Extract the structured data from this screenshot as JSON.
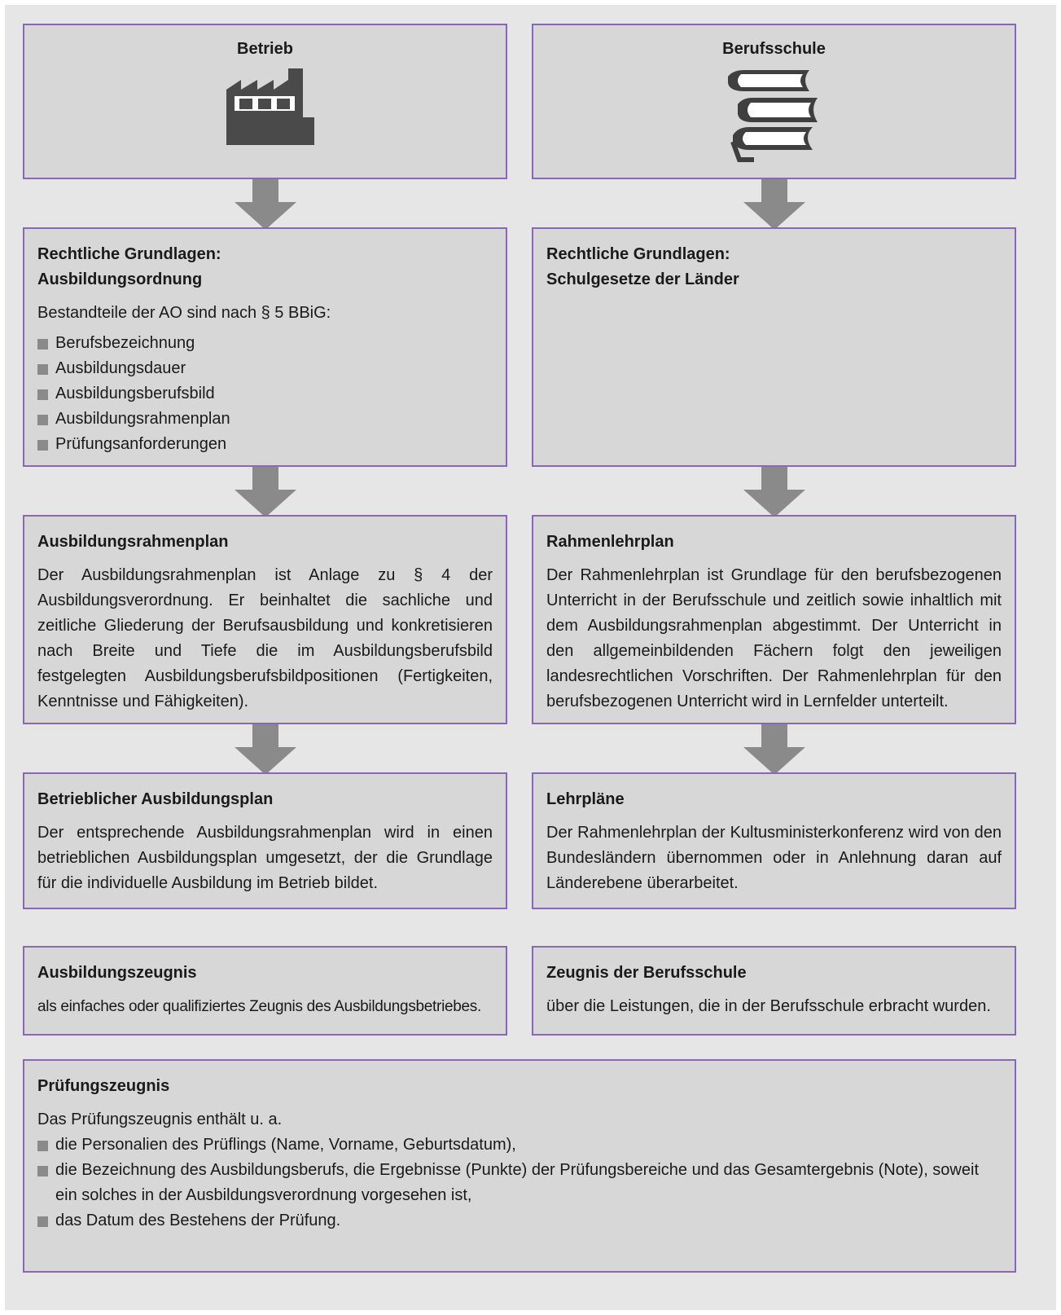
{
  "betrieb": {
    "title": "Betrieb",
    "icon": "factory-icon"
  },
  "berufsschule": {
    "title": "Berufsschule",
    "icon": "books-icon"
  },
  "left_grundlagen": {
    "heading_line1": "Rechtliche Grundlagen:",
    "heading_line2": "Ausbildungsordnung",
    "intro": "Bestandteile der AO sind nach § 5 BBiG:",
    "items": [
      "Berufsbezeichnung",
      "Ausbildungsdauer",
      "Ausbildungsberufsbild",
      "Ausbildungsrahmenplan",
      "Prüfungsanforderungen"
    ]
  },
  "right_grundlagen": {
    "heading_line1": "Rechtliche Grundlagen:",
    "heading_line2": "Schulgesetze der Länder"
  },
  "ausbildungsrahmenplan": {
    "heading": "Ausbildungsrahmenplan",
    "text": "Der Ausbildungsrahmenplan ist Anlage zu § 4 der Ausbildungsverordnung. Er beinhaltet die sachliche und zeitliche Gliederung der Berufsausbildung und konkretisieren nach Breite und Tiefe die im Ausbildungsberufsbild festgelegten Ausbildungsberufsbildpositionen (Fertigkeiten, Kenntnisse und Fähigkeiten)."
  },
  "rahmenlehrplan": {
    "heading": "Rahmenlehrplan",
    "text": "Der Rahmenlehrplan ist Grundlage für den berufsbezogenen Unterricht in der Berufsschule und zeitlich sowie inhaltlich mit dem Ausbildungsrahmenplan abgestimmt. Der Unterricht in den allgemeinbildenden Fächern folgt den jeweiligen landesrechtlichen Vorschriften. Der Rahmenlehrplan für den berufsbezogenen Unterricht wird in Lernfelder unterteilt."
  },
  "betrieblicher_plan": {
    "heading": "Betrieblicher Ausbildungsplan",
    "text": "Der entsprechende Ausbildungsrahmenplan wird in einen betrieblichen Ausbildungsplan umgesetzt, der die Grundlage für die individuelle Ausbildung im Betrieb bildet."
  },
  "lehrplaene": {
    "heading": "Lehrpläne",
    "text": "Der Rahmenlehrplan der Kultusministerkonferenz wird von den Bundesländern übernommen oder in Anlehnung daran auf Länderebene überarbeitet."
  },
  "ausbildungszeugnis": {
    "heading": "Ausbildungszeugnis",
    "text": "als einfaches oder qualifiziertes Zeugnis des Ausbildungsbetriebes."
  },
  "zeugnis_berufsschule": {
    "heading": "Zeugnis der Berufsschule",
    "text": "über die Leistungen, die in der Berufsschule erbracht wurden."
  },
  "pruefungszeugnis": {
    "heading": "Prüfungszeugnis",
    "intro": "Das Prüfungszeugnis enthält u. a.",
    "items": [
      "die Personalien des Prüflings (Name, Vorname, Geburtsdatum),",
      "die Bezeichnung des Ausbildungsberufs, die Ergebnisse (Punkte) der Prüfungsbereiche und das Gesamtergebnis (Note), soweit ein solches in der Ausbildungsverordnung vorgesehen ist,",
      "das Datum des Bestehens der Prüfung."
    ]
  },
  "colors": {
    "background": "#e6e6e7",
    "box_fill": "#d7d7d8",
    "box_border": "#8868b6",
    "arrow": "#8a8a8a",
    "icon": "#4a4a4a"
  }
}
